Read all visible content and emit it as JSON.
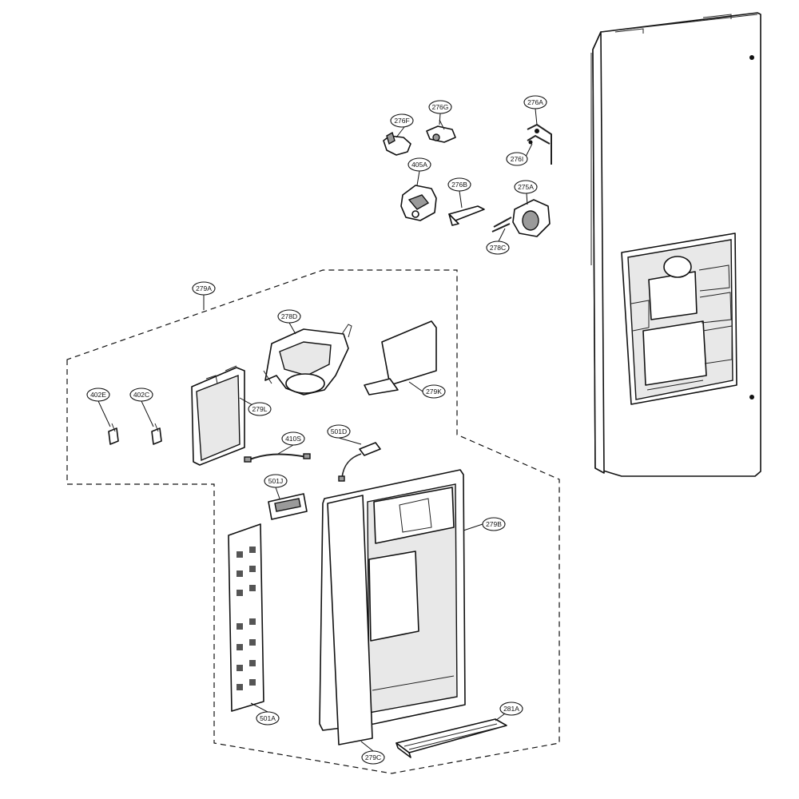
{
  "callouts": {
    "c276A": "276A",
    "c276F": "276F",
    "c276G": "276G",
    "c276I": "276I",
    "c405A": "405A",
    "c276B": "276B",
    "c275A": "275A",
    "c278C": "278C",
    "c279A": "279A",
    "c278D": "278D",
    "c279K": "279K",
    "c402E": "402E",
    "c402C": "402C",
    "c279L": "279L",
    "c410S": "410S",
    "c501D": "501D",
    "c501J": "501J",
    "c279B": "279B",
    "c501A": "501A",
    "c279C": "279C",
    "c281A": "281A"
  },
  "colors": {
    "line": "#111111",
    "background": "#ffffff",
    "shade": "#9a9a9a"
  }
}
